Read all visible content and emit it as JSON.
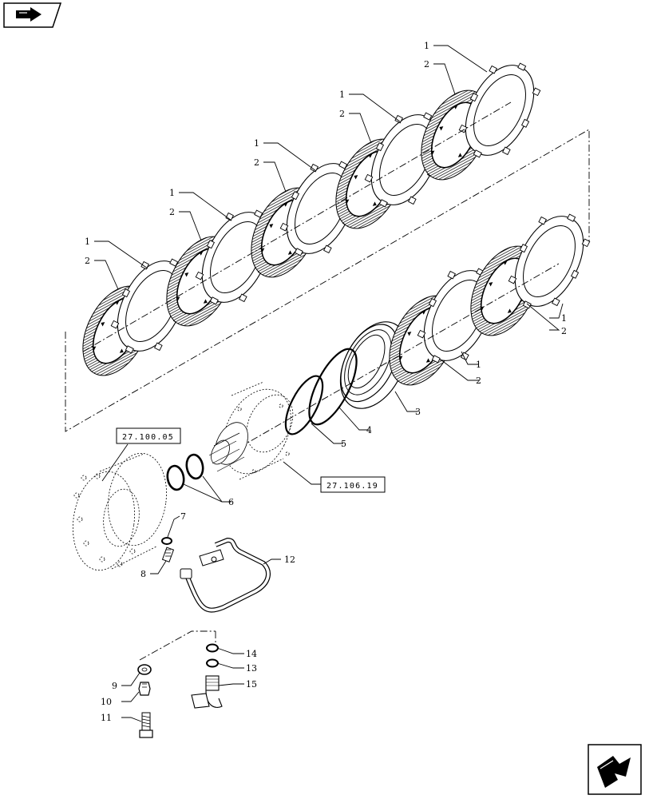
{
  "callouts": [
    "1",
    "2",
    "3",
    "4",
    "5",
    "6",
    "7",
    "8",
    "9",
    "10",
    "11",
    "12",
    "13",
    "14",
    "15"
  ],
  "references": [
    "27.100.05",
    "27.106.19"
  ],
  "icons": {
    "top_left": "next-page-arrow-icon",
    "bottom_right": "navigate-arrow-icon"
  }
}
